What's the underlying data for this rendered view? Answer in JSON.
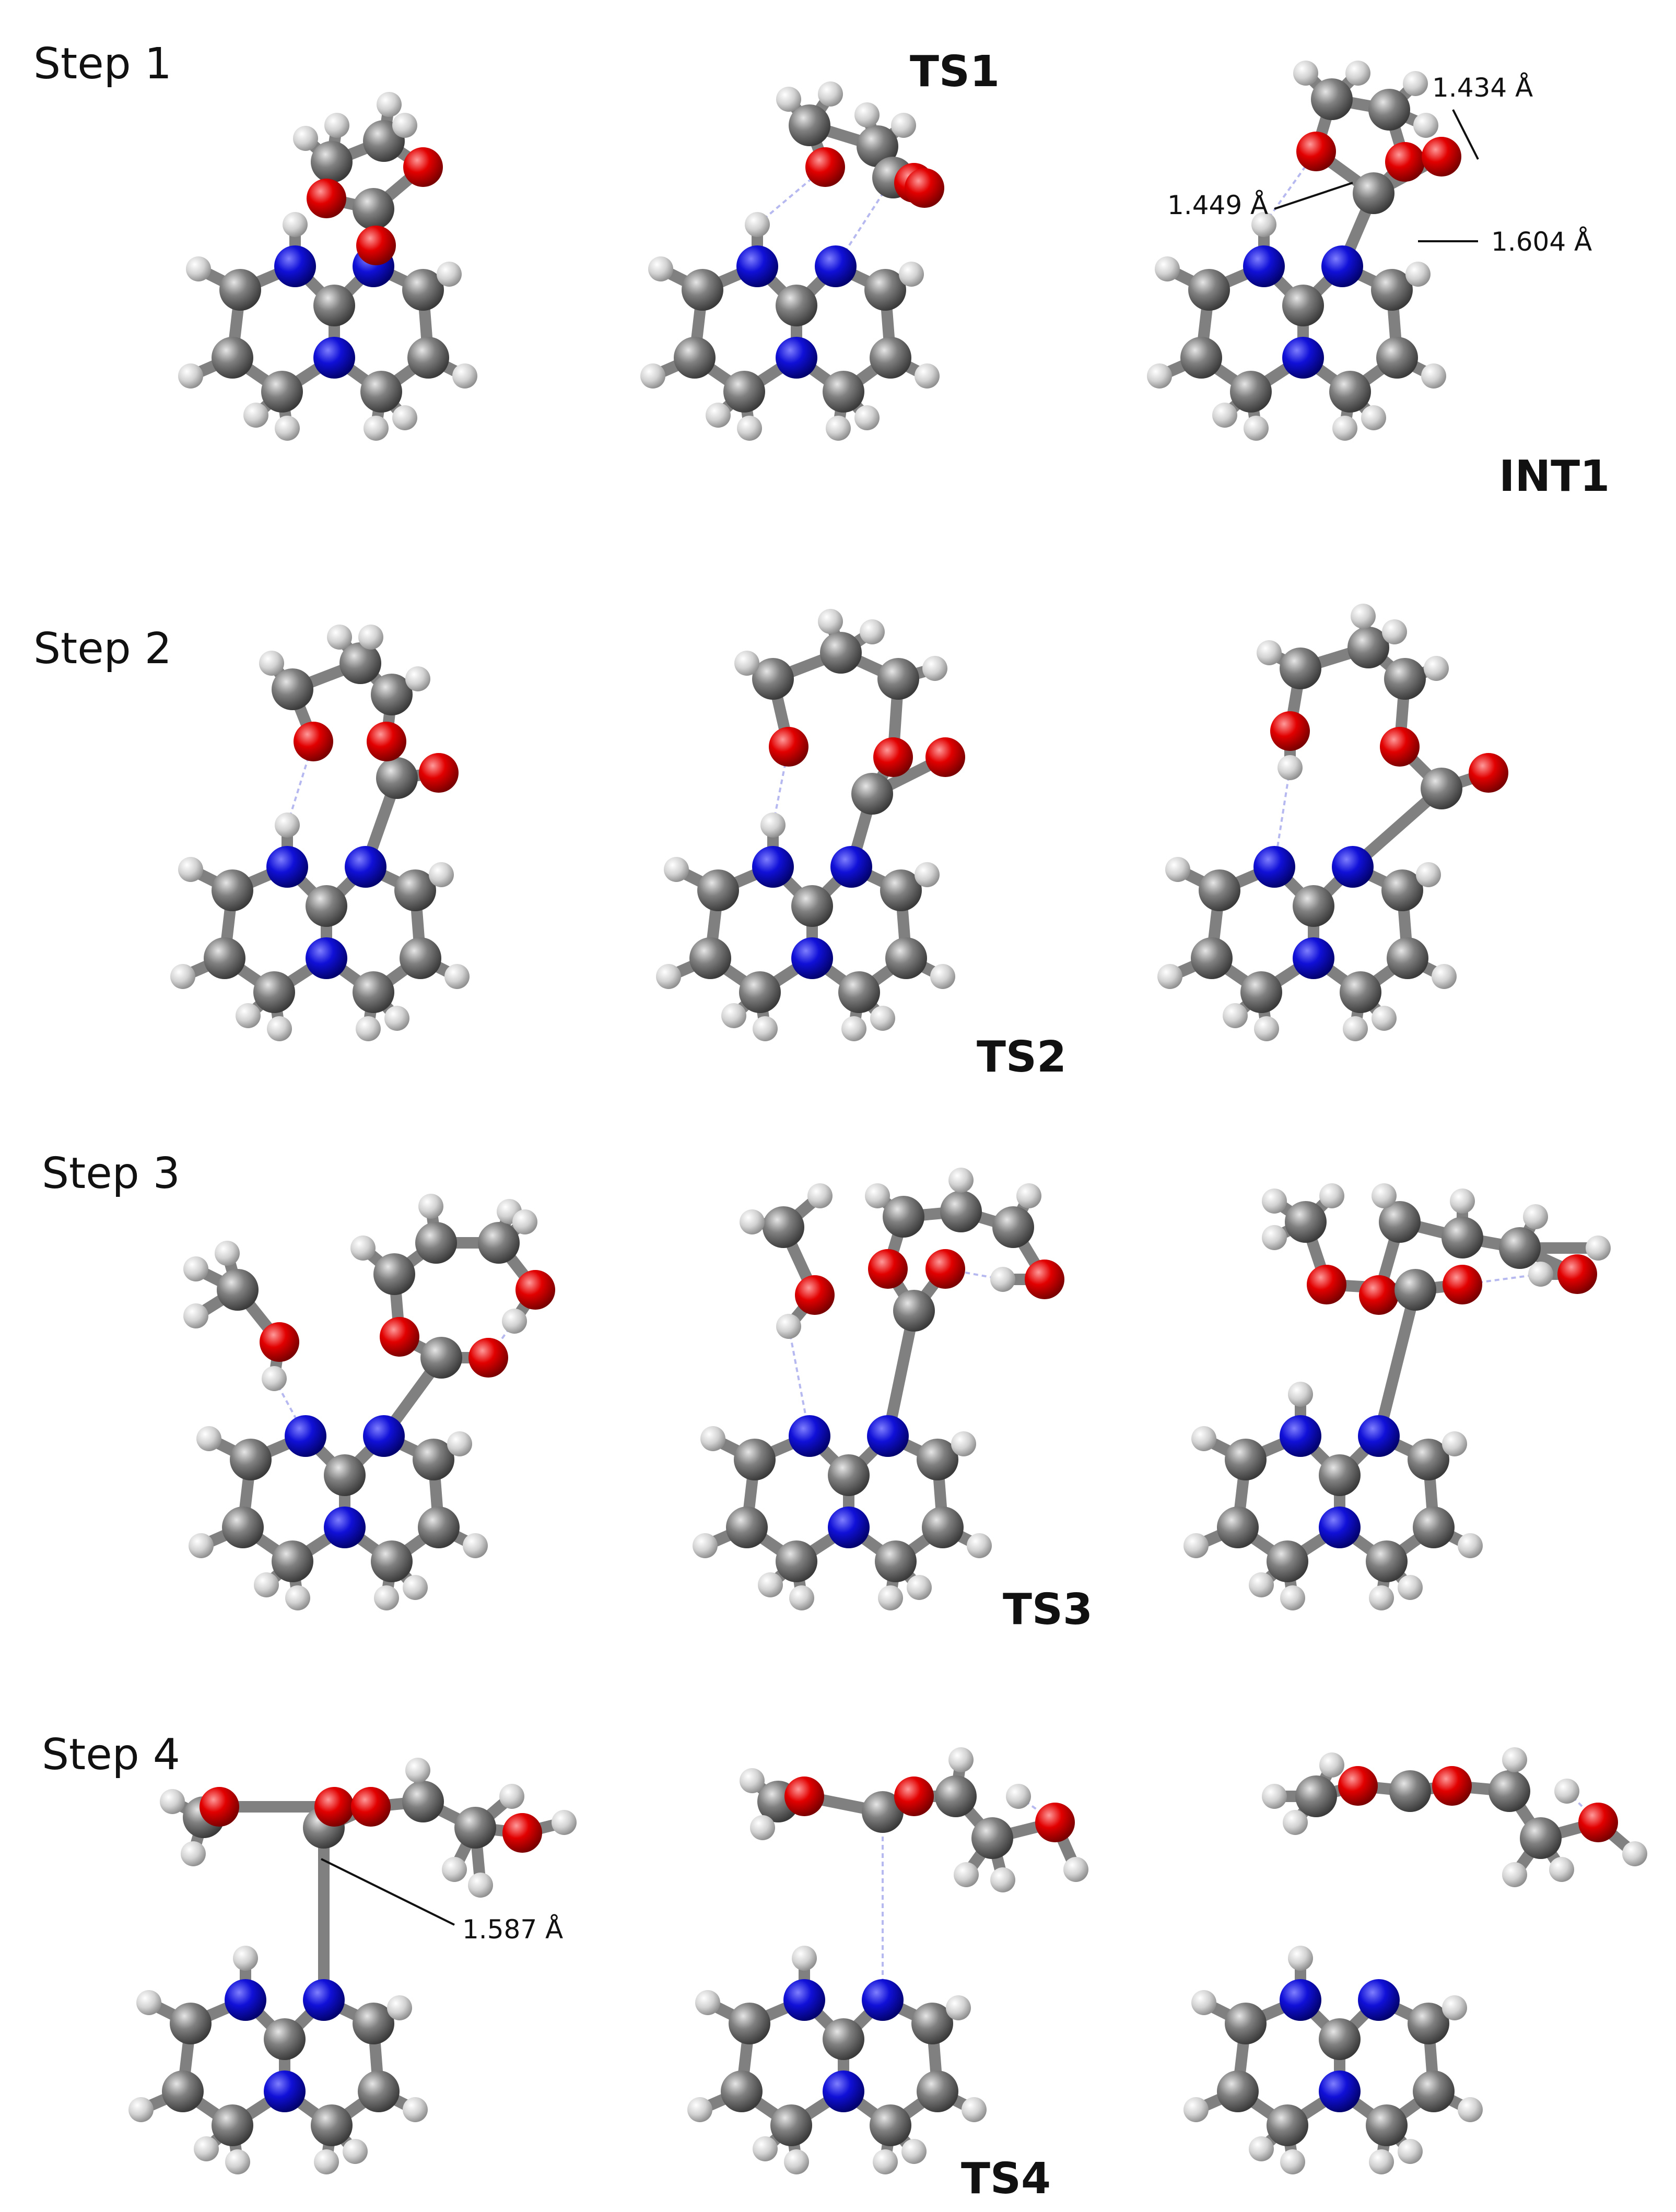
{
  "figure": {
    "steps": [
      "Step 1",
      "Step 2",
      "Step 3",
      "Step 4"
    ],
    "states": [
      "TS1",
      "INT1",
      "TS2",
      "TS3",
      "TS4"
    ],
    "distances": [
      "1.434 Å",
      "1.449 Å",
      "1.604 Å",
      "1.587 Å"
    ]
  },
  "colors": {
    "carbon": "#6e6e6e",
    "hydrogen": "#d9d9d9",
    "nitrogen": "#1010d8",
    "oxygen": "#e20000",
    "bond": "#808080",
    "hbond": "#b6b8f0"
  }
}
